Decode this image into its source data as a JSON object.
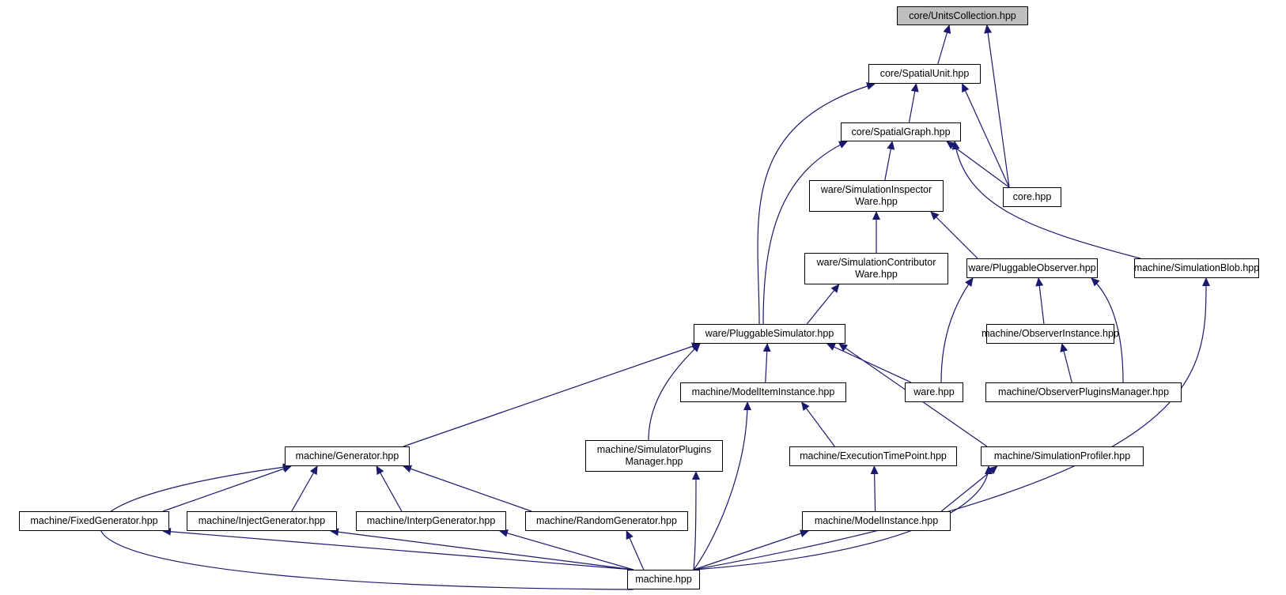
{
  "colors": {
    "edge": "#191970",
    "node_border": "#000000",
    "root_fill": "#bfbfbf",
    "node_fill": "#ffffff"
  },
  "nodes": [
    {
      "id": "units_collection",
      "label": "core/UnitsCollection.hpp",
      "root": true
    },
    {
      "id": "spatial_unit",
      "label": "core/SpatialUnit.hpp"
    },
    {
      "id": "spatial_graph",
      "label": "core/SpatialGraph.hpp"
    },
    {
      "id": "core_hpp",
      "label": "core.hpp"
    },
    {
      "id": "sim_inspector",
      "label": "ware/SimulationInspector\nWare.hpp"
    },
    {
      "id": "sim_contributor",
      "label": "ware/SimulationContributor\nWare.hpp"
    },
    {
      "id": "pluggable_observer",
      "label": "ware/PluggableObserver.hpp"
    },
    {
      "id": "sim_blob",
      "label": "machine/SimulationBlob.hpp"
    },
    {
      "id": "pluggable_simulator",
      "label": "ware/PluggableSimulator.hpp"
    },
    {
      "id": "observer_instance",
      "label": "machine/ObserverInstance.hpp"
    },
    {
      "id": "model_item_instance",
      "label": "machine/ModelItemInstance.hpp"
    },
    {
      "id": "ware_hpp",
      "label": "ware.hpp"
    },
    {
      "id": "observer_plugins_manager",
      "label": "machine/ObserverPluginsManager.hpp"
    },
    {
      "id": "generator",
      "label": "machine/Generator.hpp"
    },
    {
      "id": "simulator_plugins_manager",
      "label": "machine/SimulatorPlugins\nManager.hpp"
    },
    {
      "id": "execution_time_point",
      "label": "machine/ExecutionTimePoint.hpp"
    },
    {
      "id": "simulation_profiler",
      "label": "machine/SimulationProfiler.hpp"
    },
    {
      "id": "fixed_generator",
      "label": "machine/FixedGenerator.hpp"
    },
    {
      "id": "inject_generator",
      "label": "machine/InjectGenerator.hpp"
    },
    {
      "id": "interp_generator",
      "label": "machine/InterpGenerator.hpp"
    },
    {
      "id": "random_generator",
      "label": "machine/RandomGenerator.hpp"
    },
    {
      "id": "model_instance",
      "label": "machine/ModelInstance.hpp"
    },
    {
      "id": "machine_hpp",
      "label": "machine.hpp"
    }
  ],
  "edges": [
    {
      "from": "spatial_unit",
      "to": "units_collection"
    },
    {
      "from": "core_hpp",
      "to": "units_collection"
    },
    {
      "from": "spatial_graph",
      "to": "spatial_unit"
    },
    {
      "from": "core_hpp",
      "to": "spatial_unit"
    },
    {
      "from": "pluggable_simulator",
      "to": "spatial_unit"
    },
    {
      "from": "core_hpp",
      "to": "spatial_graph"
    },
    {
      "from": "sim_inspector",
      "to": "spatial_graph"
    },
    {
      "from": "sim_blob",
      "to": "spatial_graph"
    },
    {
      "from": "pluggable_simulator",
      "to": "spatial_graph"
    },
    {
      "from": "sim_contributor",
      "to": "sim_inspector"
    },
    {
      "from": "pluggable_observer",
      "to": "sim_inspector"
    },
    {
      "from": "pluggable_simulator",
      "to": "sim_contributor"
    },
    {
      "from": "ware_hpp",
      "to": "pluggable_observer"
    },
    {
      "from": "observer_instance",
      "to": "pluggable_observer"
    },
    {
      "from": "observer_plugins_manager",
      "to": "pluggable_observer"
    },
    {
      "from": "observer_plugins_manager",
      "to": "observer_instance"
    },
    {
      "from": "machine_hpp",
      "to": "sim_blob"
    },
    {
      "from": "generator",
      "to": "pluggable_simulator"
    },
    {
      "from": "simulator_plugins_manager",
      "to": "pluggable_simulator"
    },
    {
      "from": "model_item_instance",
      "to": "pluggable_simulator"
    },
    {
      "from": "ware_hpp",
      "to": "pluggable_simulator"
    },
    {
      "from": "simulation_profiler",
      "to": "pluggable_simulator"
    },
    {
      "from": "execution_time_point",
      "to": "model_item_instance"
    },
    {
      "from": "machine_hpp",
      "to": "model_item_instance"
    },
    {
      "from": "model_instance",
      "to": "execution_time_point"
    },
    {
      "from": "model_instance",
      "to": "simulation_profiler"
    },
    {
      "from": "machine_hpp",
      "to": "simulation_profiler"
    },
    {
      "from": "machine_hpp",
      "to": "simulator_plugins_manager"
    },
    {
      "from": "fixed_generator",
      "to": "generator"
    },
    {
      "from": "inject_generator",
      "to": "generator"
    },
    {
      "from": "interp_generator",
      "to": "generator"
    },
    {
      "from": "random_generator",
      "to": "generator"
    },
    {
      "from": "machine_hpp",
      "to": "generator"
    },
    {
      "from": "machine_hpp",
      "to": "fixed_generator"
    },
    {
      "from": "machine_hpp",
      "to": "inject_generator"
    },
    {
      "from": "machine_hpp",
      "to": "interp_generator"
    },
    {
      "from": "machine_hpp",
      "to": "random_generator"
    },
    {
      "from": "machine_hpp",
      "to": "model_instance"
    }
  ]
}
